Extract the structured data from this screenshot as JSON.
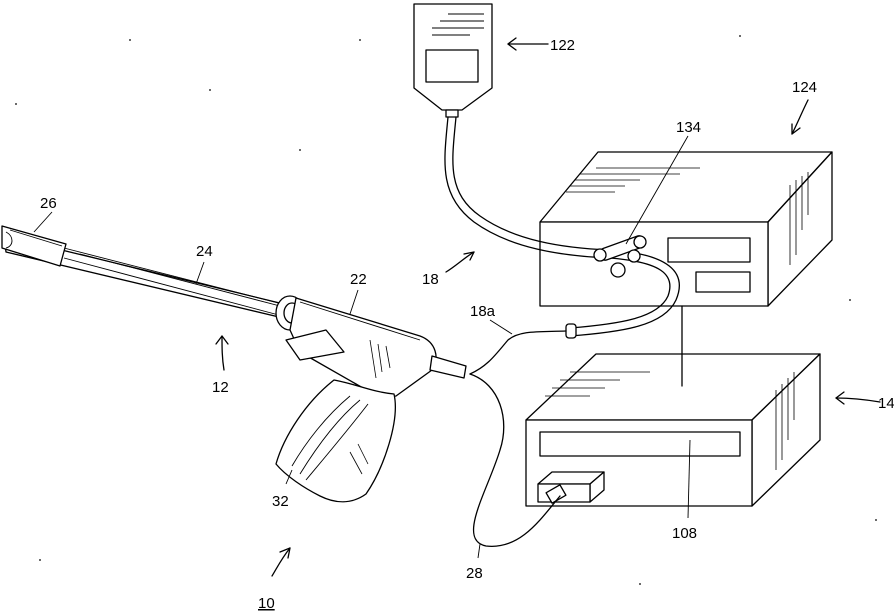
{
  "labels": {
    "l26": "26",
    "l24": "24",
    "l22": "22",
    "l12": "12",
    "l32": "32",
    "l10": "10",
    "l18": "18",
    "l18a": "18a",
    "l28": "28",
    "l122": "122",
    "l124": "124",
    "l134": "134",
    "l14": "14",
    "l108": "108"
  }
}
